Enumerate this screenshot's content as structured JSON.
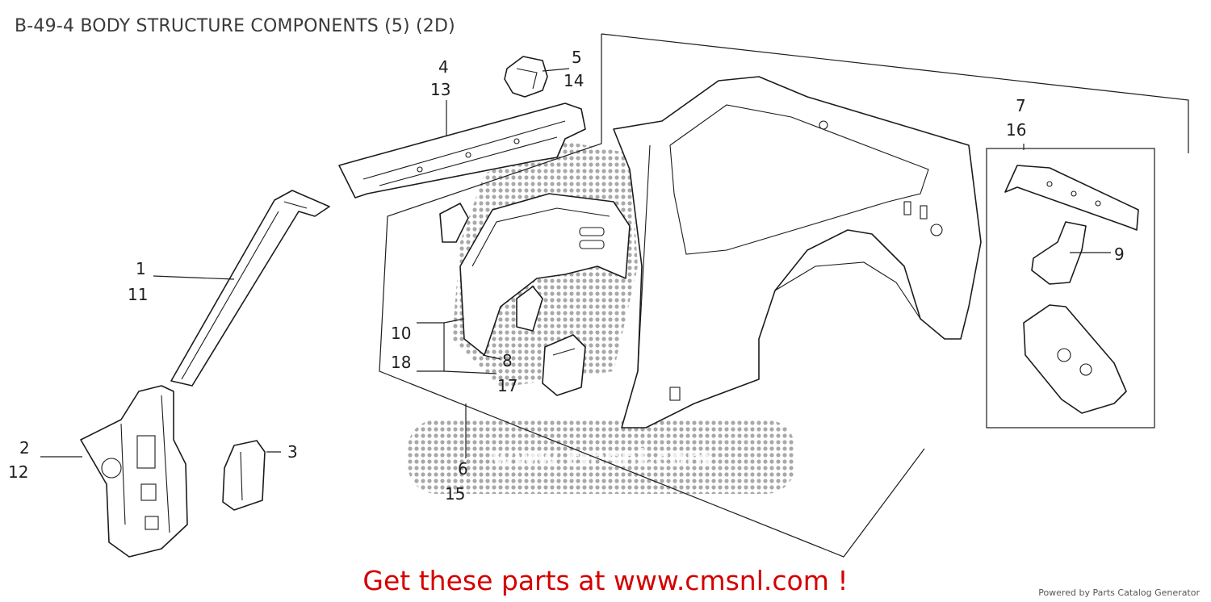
{
  "title": "B-49-4 BODY STRUCTURE COMPONENTS (5) (2D)",
  "callouts": {
    "c1": "1",
    "c11": "11",
    "c2": "2",
    "c12": "12",
    "c3": "3",
    "c4": "4",
    "c13": "13",
    "c5": "5",
    "c14": "14",
    "c6": "6",
    "c15": "15",
    "c7": "7",
    "c16": "16",
    "c8": "8",
    "c17": "17",
    "c9": "9",
    "c10": "10",
    "c18": "18"
  },
  "watermark": "www.cmsnl.com",
  "cta": "Get these parts at www.cmsnl.com !",
  "footer": "Powered by Parts Catalog Generator",
  "colors": {
    "title": "#3a3a3a",
    "cta": "#d40000",
    "line": "#1c1c1c",
    "watermark": "#9a9a9a"
  }
}
